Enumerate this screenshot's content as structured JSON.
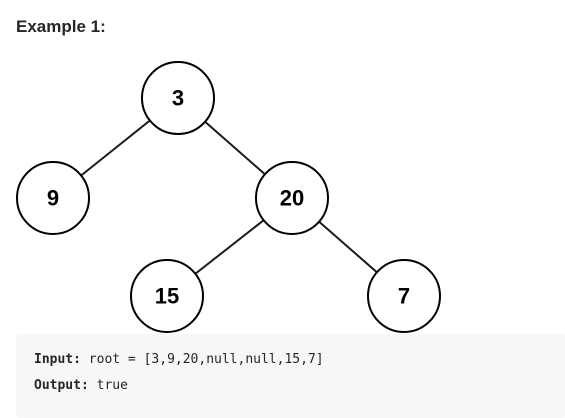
{
  "heading": "Example 1:",
  "tree": {
    "nodes": [
      {
        "id": "n3",
        "label": "3"
      },
      {
        "id": "n9",
        "label": "9"
      },
      {
        "id": "n20",
        "label": "20"
      },
      {
        "id": "n15",
        "label": "15"
      },
      {
        "id": "n7",
        "label": "7"
      }
    ],
    "edges": [
      [
        "n3",
        "n9"
      ],
      [
        "n3",
        "n20"
      ],
      [
        "n20",
        "n15"
      ],
      [
        "n20",
        "n7"
      ]
    ]
  },
  "io": {
    "input_key": "Input:",
    "input_value": "root = [3,9,20,null,null,15,7]",
    "output_key": "Output:",
    "output_value": "true"
  }
}
